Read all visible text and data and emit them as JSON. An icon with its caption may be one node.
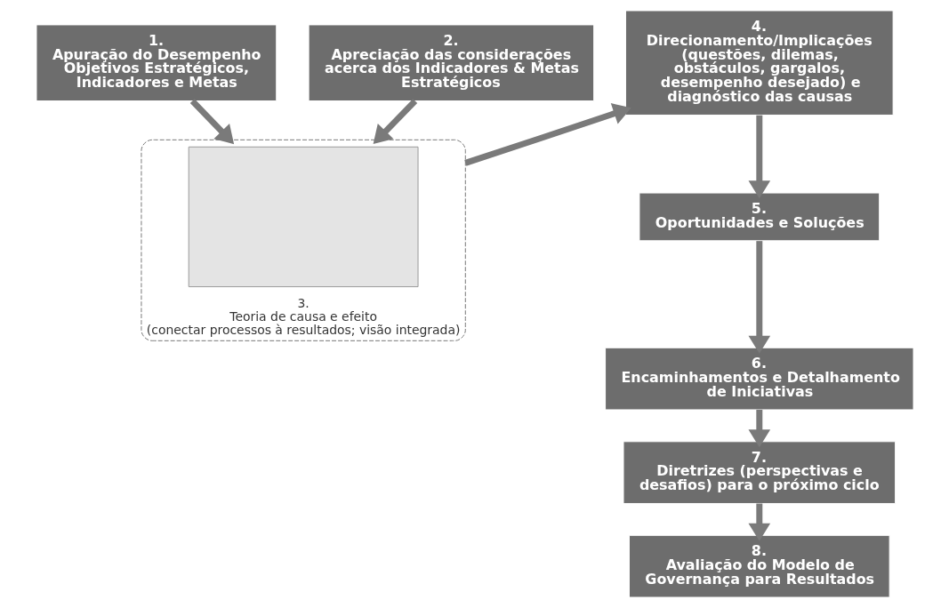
{
  "diagram": {
    "nodes": [
      {
        "text": [
          "1.",
          "Apuração do Desempenho",
          "Objetivos Estratégicos, Indicadores e Metas"
        ]
      },
      {
        "text": [
          "2.",
          "Apreciação das considerações acerca dos Indicadores & Metas Estratégicos"
        ]
      },
      {
        "text": [
          "3.",
          "Teoria de causa e efeito",
          "(conectar processos à resultados; visão integrada)"
        ]
      },
      {
        "text": [],
        "shape": "box",
        "in": 2
      },
      {
        "text": [
          "4.",
          "Direcionamento/Implicações (questões, dilemas, obstáculos, gargalos, desempenho desejado) e diagnóstico das causas"
        ]
      },
      {
        "text": [
          "5.",
          "Oportunidades e Soluções"
        ]
      },
      {
        "text": [
          "6.",
          "Encaminhamentos e Detalhamento de Iniciativas"
        ]
      },
      {
        "text": [
          "7.",
          "Diretrizes (perspectivas e desafios) para o próximo ciclo"
        ]
      },
      {
        "text": [
          "8.",
          "Avaliação do Modelo de Governança para Resultados"
        ]
      }
    ],
    "edges": [
      {
        "from": 0,
        "to": 2,
        "arrow": "to"
      },
      {
        "from": 1,
        "to": 2,
        "arrow": "to"
      },
      {
        "from": 2,
        "to": 4,
        "arrow": "to"
      },
      {
        "from": 4,
        "to": 5,
        "arrow": "to"
      },
      {
        "from": 5,
        "to": 6,
        "arrow": "to"
      },
      {
        "from": 6,
        "to": 7,
        "arrow": "to"
      },
      {
        "from": 7,
        "to": 8,
        "arrow": "to"
      }
    ]
  }
}
